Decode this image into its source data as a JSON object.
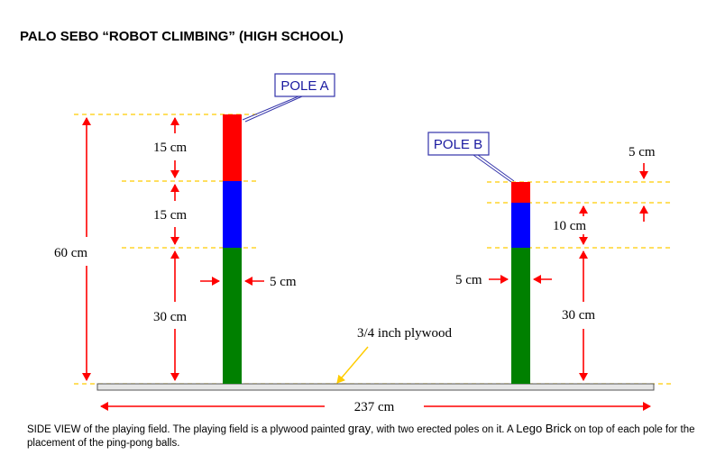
{
  "title": "PALO SEBO “ROBOT CLIMBING” (HIGH SCHOOL)",
  "pole_a": {
    "label": "POLE A",
    "dims": {
      "top": "15 cm",
      "middle": "15 cm",
      "bottom": "30 cm",
      "total": "60 cm",
      "width": "5 cm"
    },
    "segment_colors": [
      "#ff0000",
      "#0000ff",
      "#008000"
    ]
  },
  "pole_b": {
    "label": "POLE B",
    "dims": {
      "top": "5 cm",
      "middle": "10 cm",
      "bottom": "30 cm",
      "width": "5 cm"
    },
    "segment_colors": [
      "#ff0000",
      "#0000ff",
      "#008000"
    ]
  },
  "base": {
    "label": "3/4 inch plywood",
    "length": "237 cm",
    "color": "#e6e6e6"
  },
  "caption": {
    "part1": "SIDE VIEW of the playing field. The playing field is a plywood painted",
    "gray": "gray",
    "part2": ", with two erected poles on it. A",
    "lego": "Lego Brick",
    "part3": "on top of each pole  for the placement of the ping-pong balls."
  },
  "colors": {
    "dimension": "#ff0000",
    "guide": "#ffcc00",
    "callout_border": "#3333aa",
    "callout_text": "#1a1aa0"
  }
}
